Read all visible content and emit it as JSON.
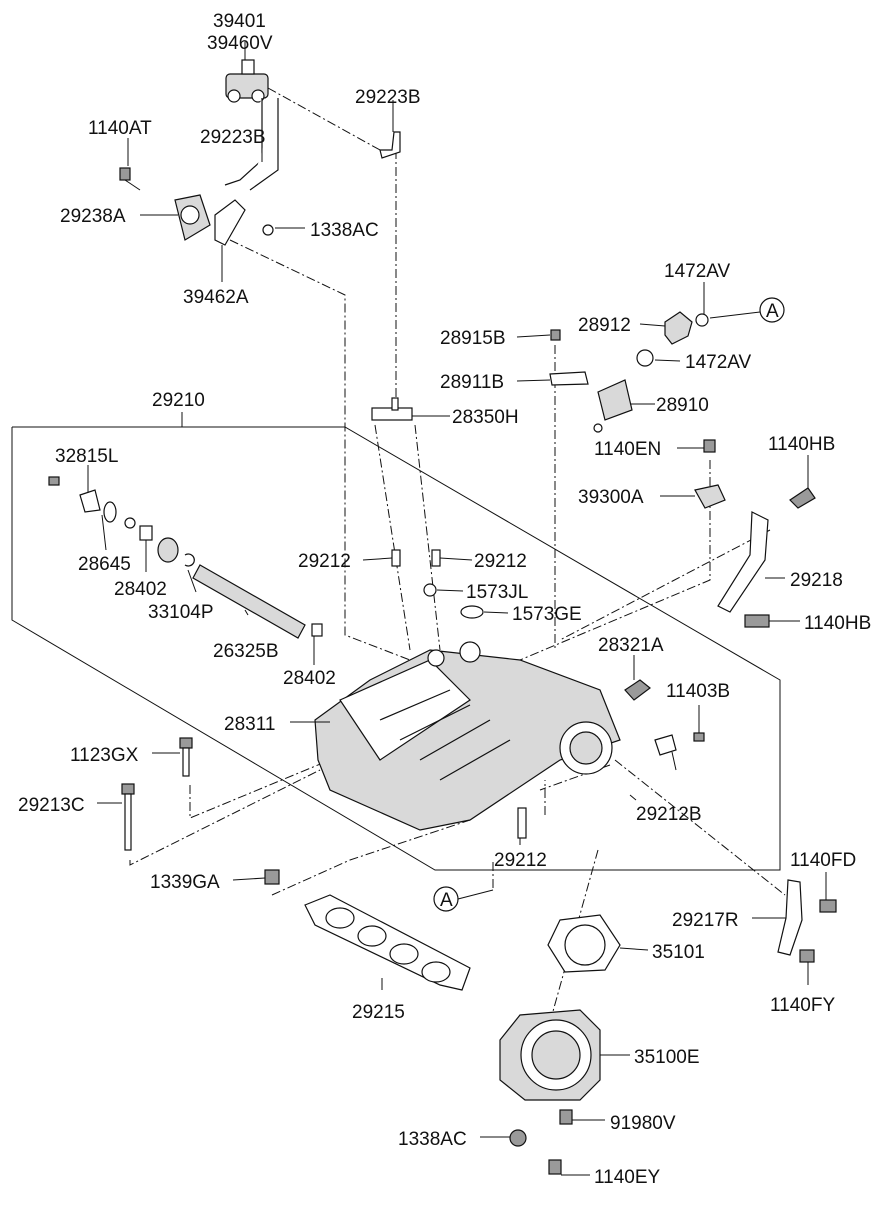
{
  "labels": {
    "p39401": "39401",
    "p39460V": "39460V",
    "p29223B_top": "29223B",
    "p1140AT": "1140AT",
    "p29223B_mid": "29223B",
    "p29238A": "29238A",
    "p1338AC_top": "1338AC",
    "p39462A": "39462A",
    "p1472AV_top": "1472AV",
    "callout_a_top": "A",
    "p28912": "28912",
    "p28915B": "28915B",
    "p1472AV_mid": "1472AV",
    "p28911B": "28911B",
    "p28910": "28910",
    "p29210": "29210",
    "p28350H": "28350H",
    "p1140EN": "1140EN",
    "p1140HB_top": "1140HB",
    "p32815L": "32815L",
    "p39300A": "39300A",
    "p28645": "28645",
    "p28402_a": "28402",
    "p29212_left": "29212",
    "p29212_right": "29212",
    "p29218": "29218",
    "p33104P": "33104P",
    "p1573JL": "1573JL",
    "p1573GE": "1573GE",
    "p1140HB_bottom": "1140HB",
    "p26325B": "26325B",
    "p28321A": "28321A",
    "p28402_b": "28402",
    "p11403B": "11403B",
    "p28311": "28311",
    "p1123GX": "1123GX",
    "p29213C": "29213C",
    "p29212B": "29212B",
    "p29212_bottom": "29212",
    "p1140FD": "1140FD",
    "p1339GA": "1339GA",
    "callout_a_bottom": "A",
    "p29217R": "29217R",
    "p35101": "35101",
    "p29215": "29215",
    "p1140FY": "1140FY",
    "p35100E": "35100E",
    "p91980V": "91980V",
    "p1338AC_bottom": "1338AC",
    "p1140EY": "1140EY"
  }
}
